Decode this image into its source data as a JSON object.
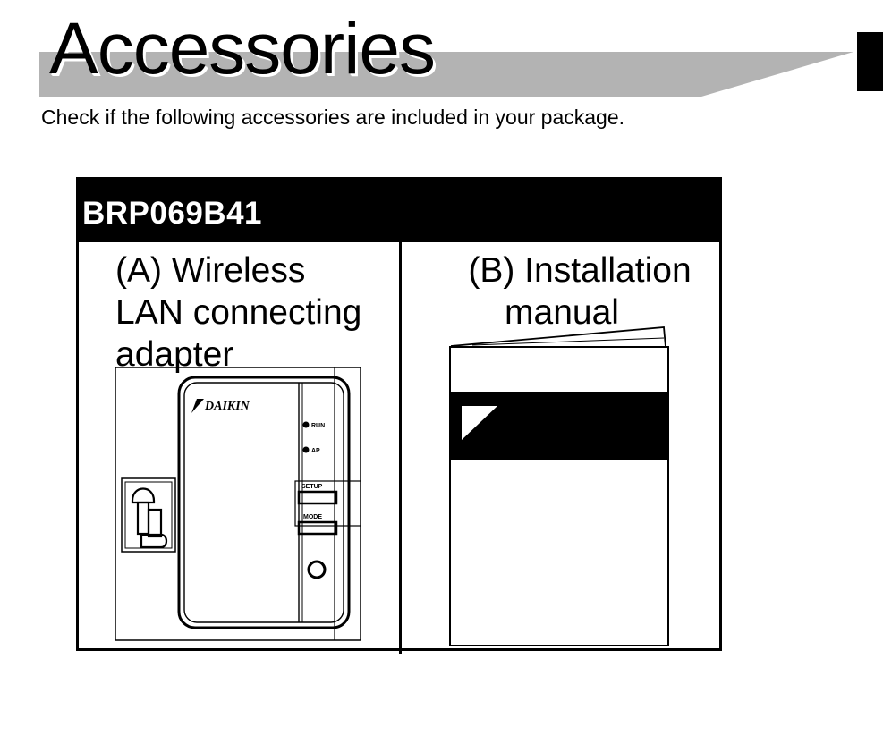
{
  "page": {
    "title": "Accessories",
    "intro": "Check if the following accessories are included in your package."
  },
  "accessory_box": {
    "model": "BRP069B41",
    "items": [
      {
        "label_lines": [
          "(A) Wireless",
          "LAN connecting",
          "adapter"
        ],
        "illustration": {
          "logo_text": "DAIKIN",
          "indicators": [
            "RUN",
            "AP"
          ],
          "buttons": [
            "SETUP",
            "MODE"
          ]
        }
      },
      {
        "label_lines": [
          "(B) Installation",
          "manual"
        ]
      }
    ]
  },
  "colors": {
    "banner_gray": "#b3b3b3",
    "text": "#000000",
    "header_bg": "#000000",
    "header_text": "#ffffff"
  },
  "icons": {
    "page_tab": "black-tab",
    "manual_triangle": "white-triangle-icon"
  }
}
